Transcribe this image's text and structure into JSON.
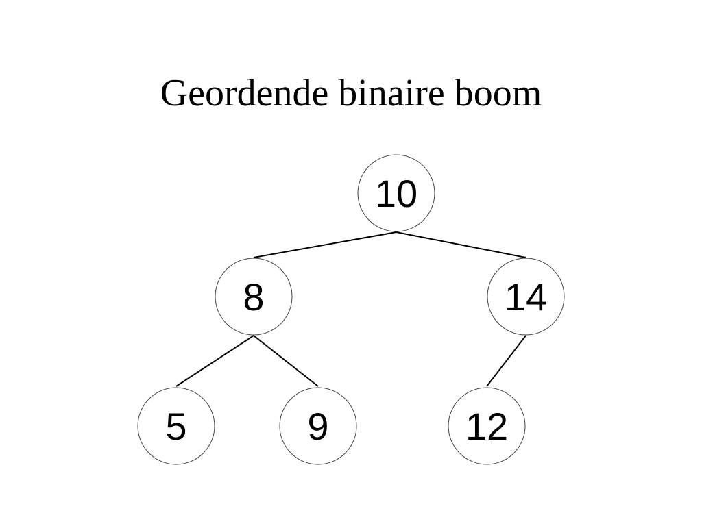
{
  "title": "Geordende binaire boom",
  "tree": {
    "root": {
      "value": "10",
      "left": {
        "value": "8",
        "left": {
          "value": "5"
        },
        "right": {
          "value": "9"
        }
      },
      "right": {
        "value": "14",
        "left": {
          "value": "12"
        }
      }
    }
  },
  "colors": {
    "background": "#ffffff",
    "text": "#000000",
    "edge": "#000000",
    "node_outline": "#444444"
  }
}
